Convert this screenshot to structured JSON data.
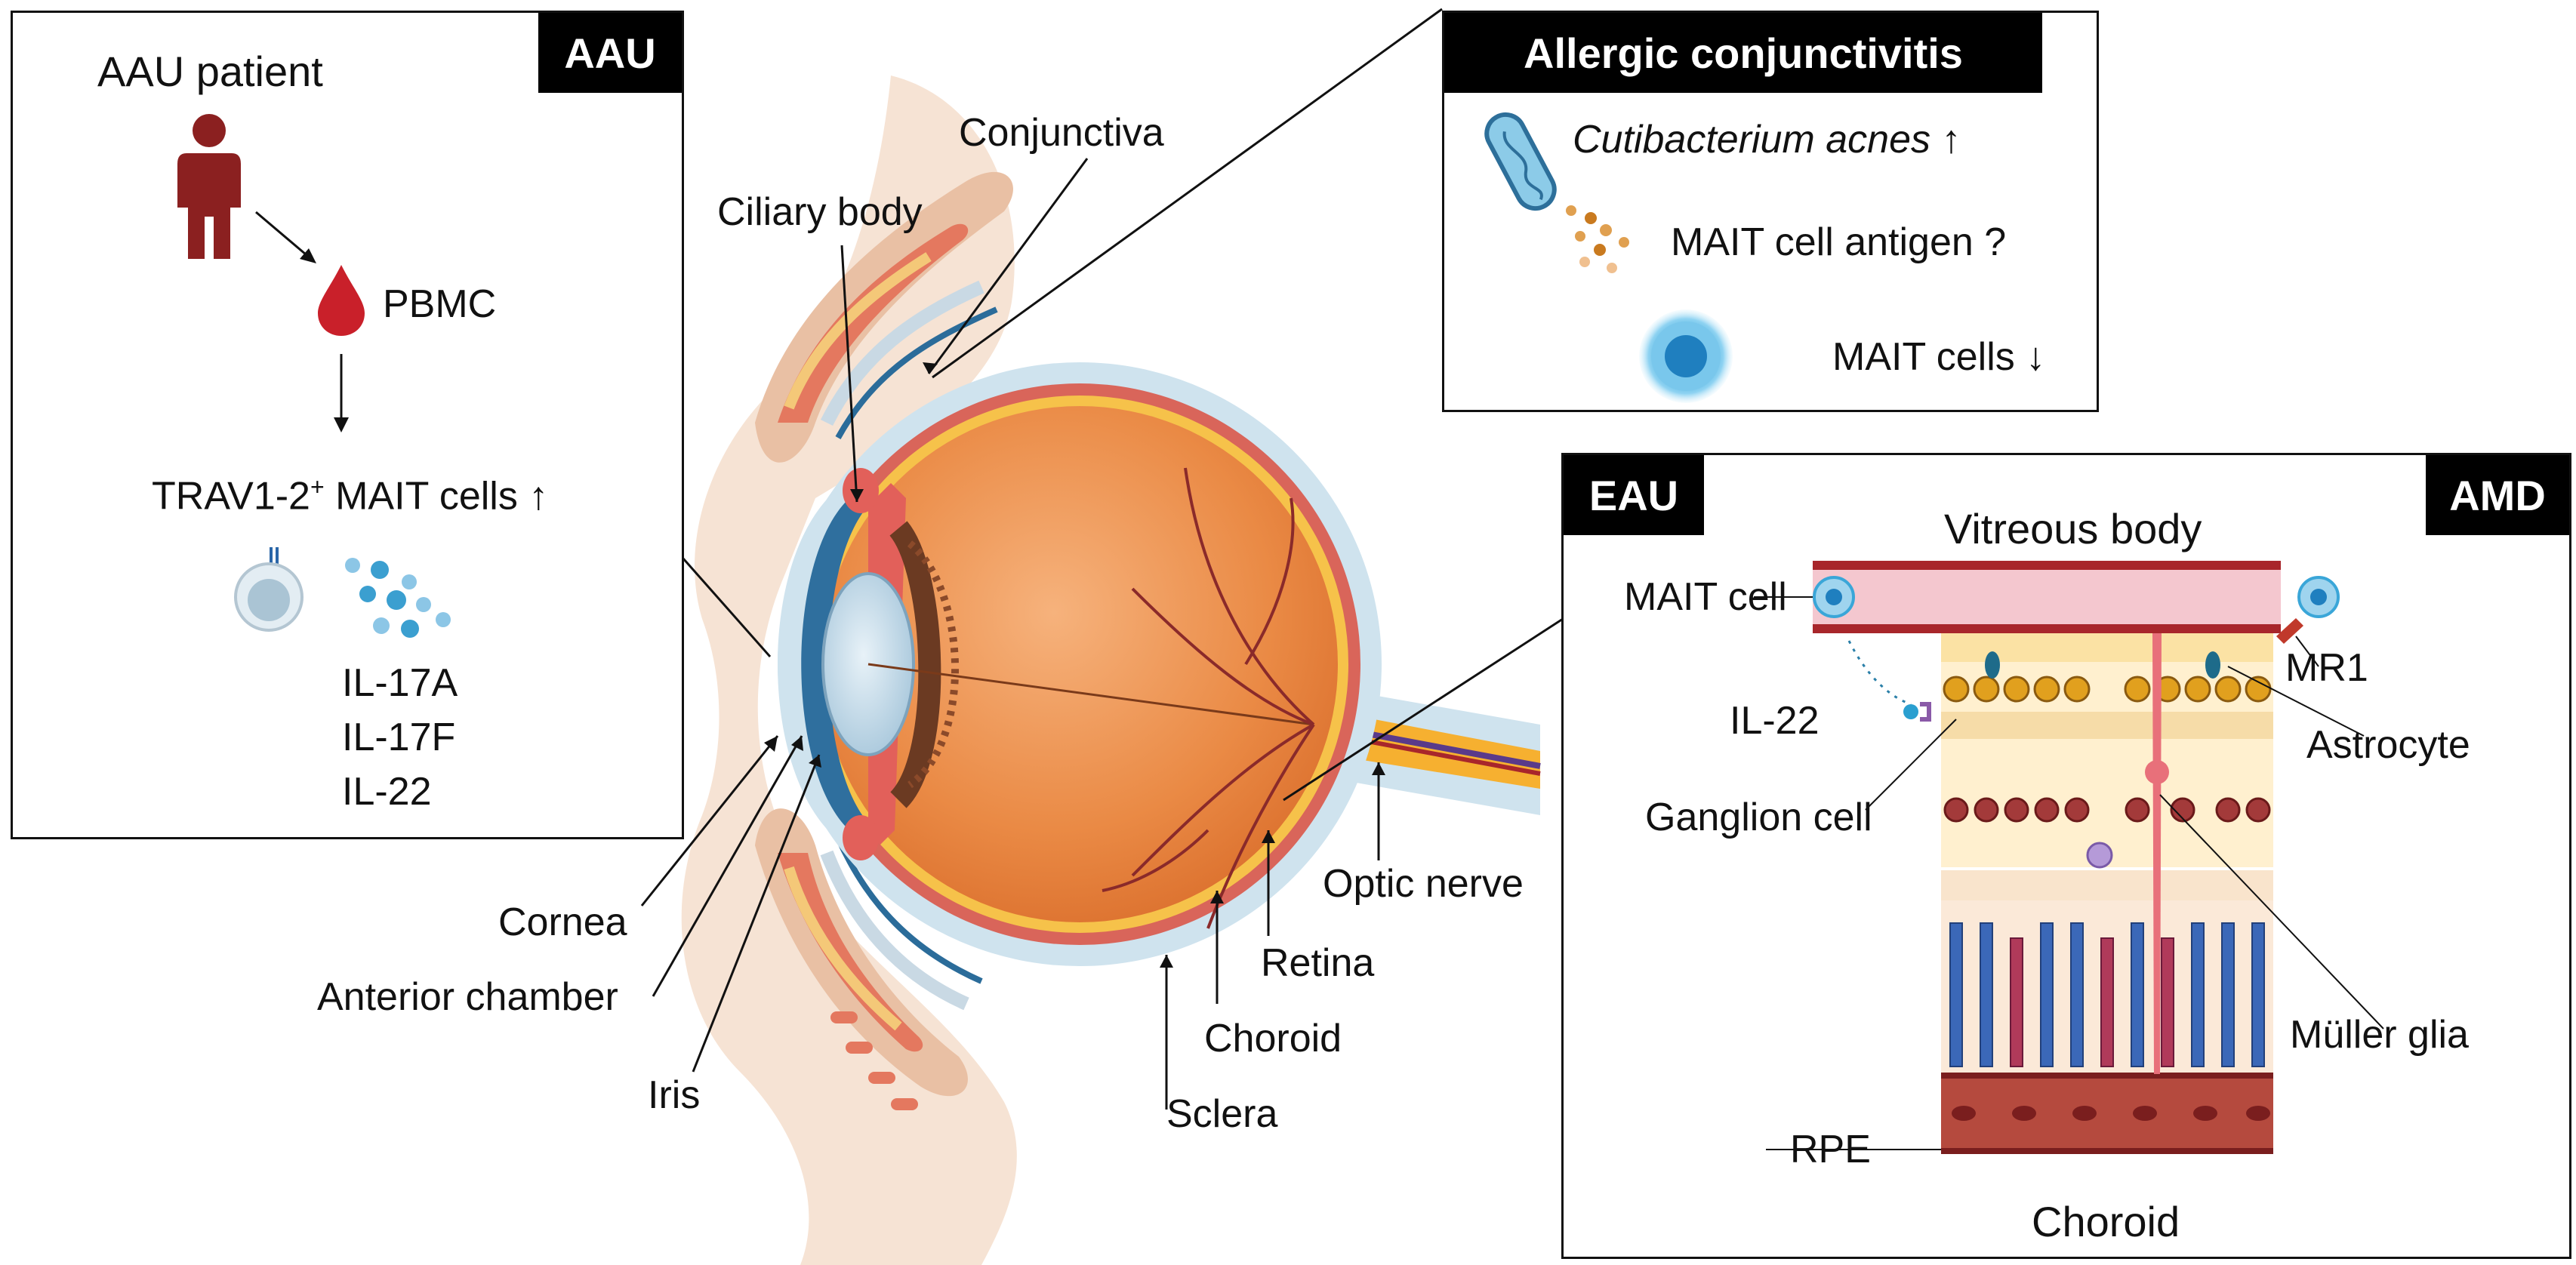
{
  "aau_panel": {
    "tag": "AAU",
    "patient": "AAU patient",
    "pbmc": "PBMC",
    "trav_main": "TRAV1-2",
    "trav_sup": "+",
    "trav_rest": " MAIT cells ↑",
    "cytokines": [
      "IL-17A",
      "IL-17F",
      "IL-22"
    ]
  },
  "allergic_panel": {
    "tag": "Allergic conjunctivitis",
    "bacterium": "Cutibacterium acnes ↑",
    "antigen": "MAIT cell antigen ?",
    "mait": "MAIT cells ↓"
  },
  "retina_panel": {
    "tag_left": "EAU",
    "tag_right": "AMD",
    "vitreous": "Vitreous body",
    "mait_cell": "MAIT cell",
    "mr1": "MR1",
    "il22": "IL-22",
    "astrocyte": "Astrocyte",
    "ganglion": "Ganglion cell",
    "muller": "Müller glia",
    "rpe": "RPE",
    "choroid": "Choroid"
  },
  "eye_labels": {
    "conjunctiva": "Conjunctiva",
    "ciliary_body": "Ciliary body",
    "cornea": "Cornea",
    "anterior_chamber": "Anterior chamber",
    "iris": "Iris",
    "sclera": "Sclera",
    "choroid": "Choroid",
    "retina": "Retina",
    "optic_nerve": "Optic nerve"
  },
  "colors": {
    "panel_border": "#111111",
    "tag_bg": "#000000",
    "eyeball": "#e9823f",
    "sclera": "#cfe3ee",
    "mait_cell": "#3aa6d8",
    "blood_vessel": "#a8262b",
    "patient": "#8b2020"
  }
}
